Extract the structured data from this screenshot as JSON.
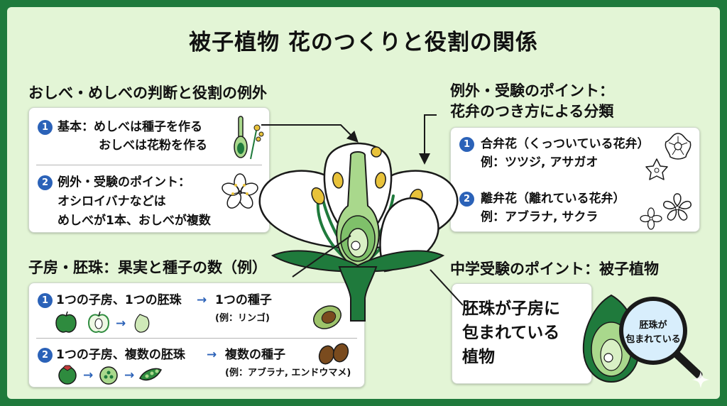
{
  "title": "被子植物 花のつくりと役割の関係",
  "section_stamen": {
    "heading": "おしべ・めしべの判断と役割の例外",
    "item1": {
      "num": "1",
      "lead": "基本：めしべは種子を作る",
      "line2": "おしべは花粉を作る"
    },
    "item2": {
      "num": "2",
      "lead": "例外・受験のポイント：",
      "line2": "オシロイバナなどは",
      "line3": "めしべが1本、おしべが複数"
    }
  },
  "section_petal": {
    "heading_line1": "例外・受験のポイント：",
    "heading_line2": "花弁のつき方による分類",
    "item1": {
      "num": "1",
      "label": "合弁花（くっついている花弁）",
      "example": "例：ツツジ, アサガオ"
    },
    "item2": {
      "num": "2",
      "label": "離弁花（離れている花弁）",
      "example": "例：アブラナ, サクラ"
    }
  },
  "section_ovary": {
    "heading": "子房・胚珠：果実と種子の数（例）",
    "item1": {
      "num": "1",
      "text": "1つの子房、1つの胚珠",
      "arrow": "→",
      "result": "1つの種子",
      "example": "(例：リンゴ)"
    },
    "item2": {
      "num": "2",
      "text": "1つの子房、複数の胚珠",
      "arrow": "→",
      "result": "複数の種子",
      "example": "(例：アブラナ, エンドウマメ)"
    }
  },
  "section_point": {
    "heading": "中学受験のポイント：被子植物",
    "line1": "胚珠が子房に",
    "line2": "包まれている",
    "line3": "植物",
    "magnifier_line1": "胚珠が",
    "magnifier_line2": "包まれている"
  },
  "colors": {
    "background": "#e3f5d6",
    "frame": "#1f7a3c",
    "leaf_green": "#1f7a3c",
    "pistil_green": "#a9d88c",
    "anther_yellow": "#e8c23a",
    "number_blue": "#2b62b8"
  },
  "icons": [
    "pistil-icon",
    "stamen-icon",
    "flower-icon",
    "sympetalous-flower-icon",
    "choripetalous-flower-icon",
    "apple-icon",
    "avocado-seed-icon",
    "pea-pod-icon",
    "seed-icon",
    "magnifier-icon",
    "sparkle-icon"
  ]
}
